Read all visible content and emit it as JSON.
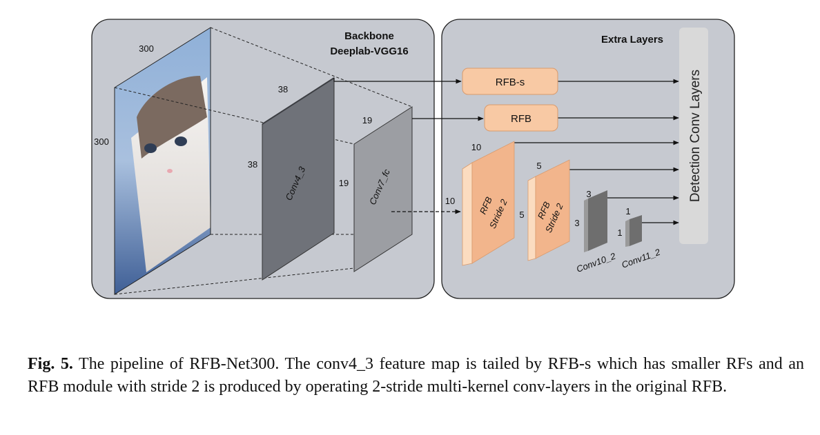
{
  "backbone": {
    "title_line1": "Backbone",
    "title_line2": "Deeplab-VGG16",
    "input": {
      "width_label": "300",
      "height_label": "300"
    },
    "conv4": {
      "name": "Conv4_3",
      "top_label": "38",
      "side_label": "38"
    },
    "conv7": {
      "name": "Conv7_fc",
      "top_label": "19",
      "side_label": "19"
    }
  },
  "extra": {
    "title": "Extra Layers",
    "rfb_s": "RFB-s",
    "rfb": "RFB",
    "rfb_stride_a": {
      "line1": "RFB",
      "line2": "Stride 2",
      "top_label": "10",
      "side_label": "10"
    },
    "rfb_stride_b": {
      "line1": "RFB",
      "line2": "Stride 2",
      "top_label": "5",
      "side_label": "5"
    },
    "conv10": {
      "name": "Conv10_2",
      "top_label": "3",
      "side_label": "3"
    },
    "conv11": {
      "name": "Conv11_2",
      "top_label": "1",
      "side_label": "1"
    },
    "detection": "Detection Conv Layers"
  },
  "caption": {
    "label": "Fig. 5.",
    "text": "The pipeline of RFB-Net300. The conv4_3 feature map is tailed by RFB-s which has smaller RFs and an RFB module with stride 2 is produced by operating 2-stride multi-kernel conv-layers in the original RFB."
  },
  "colors": {
    "panel_fill": "#c6c9d0",
    "rfb_fill": "#f8c9a4",
    "stride_front": "#f2b58c",
    "stride_side": "#fbdcc0",
    "detection_fill": "#d9d9d9"
  }
}
